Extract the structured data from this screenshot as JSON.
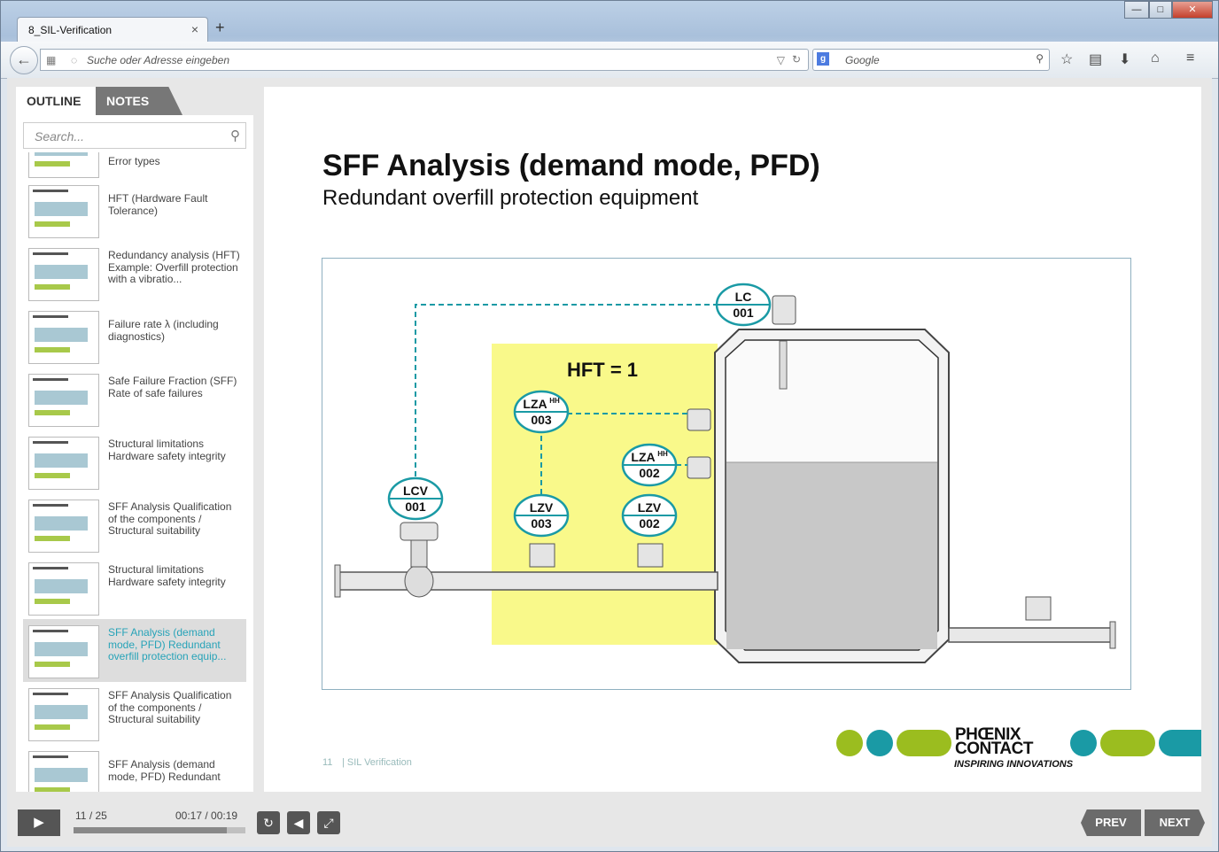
{
  "browser": {
    "tab_title": "8_SIL-Verification",
    "tab_close": "×",
    "new_tab": "+",
    "url_placeholder": "Suche oder Adresse eingeben",
    "search_placeholder": "Google",
    "window_controls": {
      "minimize": "—",
      "maximize": "□",
      "close": "✕"
    }
  },
  "sidebar": {
    "tabs": [
      "OUTLINE",
      "NOTES"
    ],
    "search_placeholder": "Search...",
    "items": [
      {
        "title": "Error types"
      },
      {
        "title": "HFT (Hardware Fault Tolerance)"
      },
      {
        "title": "Redundancy analysis (HFT) Example: Overfill protection with a vibratio..."
      },
      {
        "title": "Failure rate λ (including diagnostics)"
      },
      {
        "title": "Safe Failure Fraction (SFF) Rate of safe failures"
      },
      {
        "title": "Structural limitations Hardware safety integrity"
      },
      {
        "title": "SFF Analysis Qualification of the components / Structural suitability"
      },
      {
        "title": "Structural limitations Hardware safety integrity"
      },
      {
        "title": "SFF Analysis (demand mode, PFD) Redundant overfill protection equip..."
      },
      {
        "title": "SFF Analysis Qualification of the components / Structural suitability"
      },
      {
        "title": "SFF Analysis (demand mode, PFD) Redundant"
      }
    ]
  },
  "slide": {
    "title": "SFF Analysis (demand mode, PFD)",
    "subtitle": "Redundant overfill protection equipment",
    "diagram": {
      "hft_label": "HFT = 1",
      "lc": {
        "tag": "LC",
        "num": "001"
      },
      "lcv": {
        "tag": "LCV",
        "num": "001"
      },
      "lza003": {
        "tag": "LZA",
        "sup": "HH",
        "num": "003"
      },
      "lza002": {
        "tag": "LZA",
        "sup": "HH",
        "num": "002"
      },
      "lzv003": {
        "tag": "LZV",
        "num": "003"
      },
      "lzv002": {
        "tag": "LZV",
        "num": "002"
      }
    },
    "footer_number": "11",
    "footer_text": "| SIL Verification",
    "logo": {
      "line1": "PHŒNIX",
      "line2": "CONTACT",
      "tagline": "INSPIRING INNOVATIONS"
    },
    "colors": {
      "accent_teal": "#1a9aa5",
      "accent_green": "#9bbd1f",
      "hft_zone": "#f9f98a"
    }
  },
  "player": {
    "slide_current": "11",
    "slide_total": "/ 25",
    "time_elapsed": "00:17",
    "time_total": "/ 00:19",
    "progress": 0.89,
    "prev_label": "PREV",
    "next_label": "NEXT"
  }
}
